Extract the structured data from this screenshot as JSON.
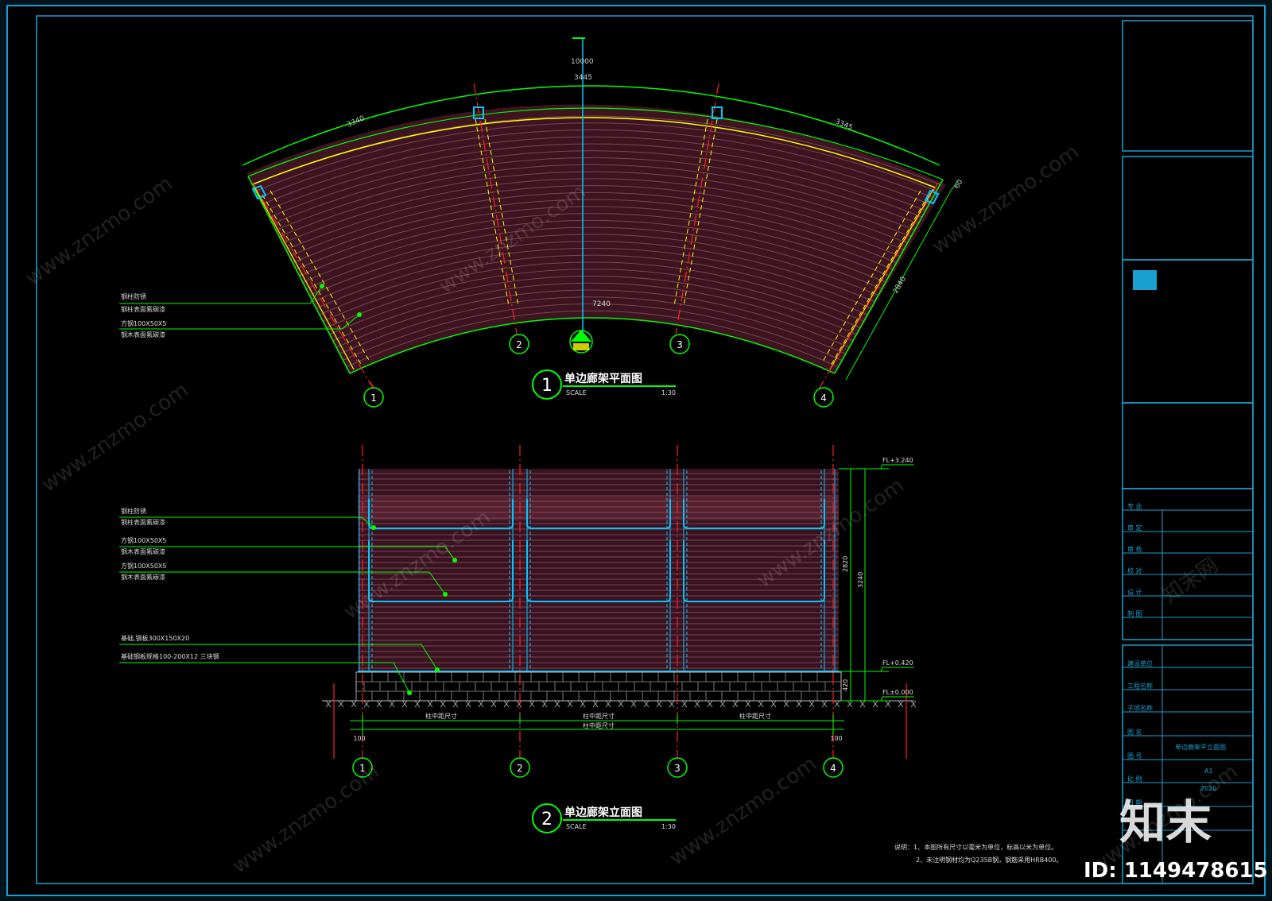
{
  "plan": {
    "dims": {
      "top_total": "10000",
      "top_mid": "3445",
      "left_arc": "3340",
      "right_arc": "3345",
      "right_radial": "2840",
      "right_small": "60",
      "inner": "7240"
    },
    "callouts": [
      "钢柱防锈",
      "钢柱表面氟碳漆",
      "方钢100X50X5",
      "钢木表面氟碳漆"
    ],
    "axes": [
      "1",
      "2",
      "3",
      "4"
    ],
    "title_num": "1",
    "title": "单边廊架平面图",
    "scale_label": "SCALE",
    "scale_value": "1:30"
  },
  "elevation": {
    "levels": [
      "FL+3.240",
      "FL+0.420",
      "FL±0.000"
    ],
    "heights": {
      "upper": "2820",
      "total": "3240",
      "base": "420"
    },
    "callouts": [
      "钢柱防锈",
      "钢柱表面氟碳漆",
      "方钢100X50X5",
      "钢木表面氟碳漆",
      "方钢100X50X5",
      "钢木表面氟碳漆",
      "基础,钢板300X150X20",
      "基础钢板规格100-200X12 三块钢"
    ],
    "bottom_dims": {
      "bay1": "柱中距尺寸",
      "bay2": "柱中距尺寸",
      "bay3": "柱中距尺寸",
      "total": "柱中距尺寸",
      "left_end": "100",
      "right_end": "100"
    },
    "axes": [
      "1",
      "2",
      "3",
      "4"
    ],
    "title_num": "2",
    "title": "单边廊架立面图",
    "scale_label": "SCALE",
    "scale_value": "1:30"
  },
  "notes": {
    "line1": "说明：1、本图所有尺寸以毫米为单位，标高以米为单位。",
    "line2": "2、未注明钢材均为Q235B钢，钢筋采用HRB400。"
  },
  "title_block": {
    "rows": [
      "专 业",
      "审 定",
      "审 核",
      "校 对",
      "设 计",
      "制 图",
      "建设单位",
      "工程名称",
      "子项名称",
      "图 名",
      "图 号",
      "比 例",
      "日 期"
    ],
    "drawing_name": "单边廊架平立面图",
    "sheet": "A1",
    "date": "2020"
  },
  "watermark": {
    "site": "www.znzmo.com",
    "brand": "知末网",
    "logo": "知末",
    "id": "ID: 1149478615"
  },
  "colors": {
    "green": "#00ff00",
    "cyan": "#00c8ff",
    "yellow": "#ffff00",
    "red": "#ff2020",
    "fill": "#5a1e2a",
    "blue": "#1aa0d0"
  }
}
